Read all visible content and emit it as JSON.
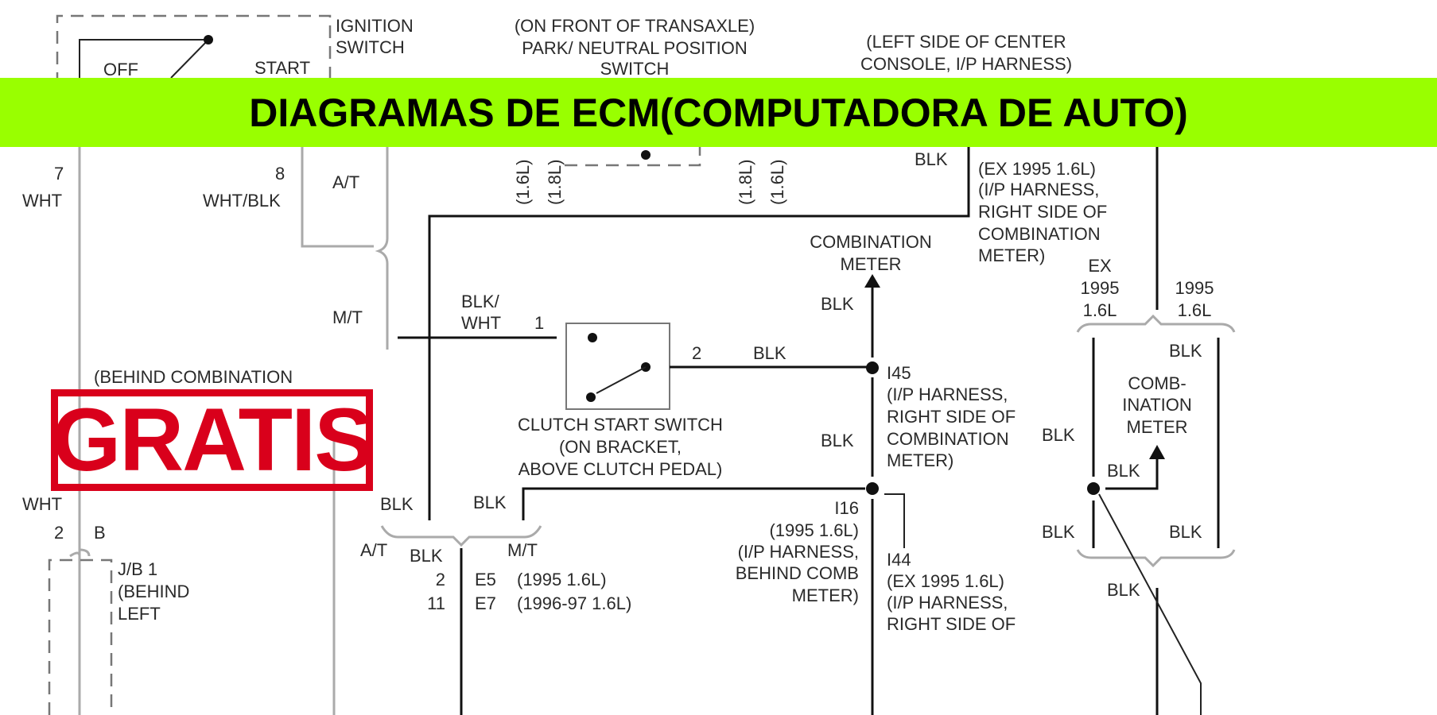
{
  "banner": {
    "title": "DIAGRAMAS DE ECM(COMPUTADORA DE AUTO)",
    "color": "#99ff00"
  },
  "stamp": {
    "text": "GRATIS",
    "color": "#d9001b"
  },
  "labels": {
    "ignition1": "IGNITION",
    "ignition2": "SWITCH",
    "off": "OFF",
    "start": "START",
    "pin7": "7",
    "wht1": "WHT",
    "pin8": "8",
    "whtblk": "WHT/BLK",
    "at1": "A/T",
    "mt1": "M/T",
    "pn1": "(ON FRONT OF TRANSAXLE)",
    "pn2": "PARK/ NEUTRAL POSITION",
    "pn3": "SWITCH",
    "lc1": "(LEFT SIDE OF CENTER",
    "lc2": "CONSOLE, I/P HARNESS)",
    "r16a": "(1.6L)",
    "r16b": "(1.8L)",
    "r16c": "(1.8L)",
    "r16d": "(1.6L)",
    "blk_top": "BLK",
    "ex1": "(EX 1995 1.6L)",
    "ex2": "(I/P HARNESS,",
    "ex3": "RIGHT SIDE OF",
    "ex4": "COMBINATION",
    "ex5": "METER)",
    "cm1": "COMBINATION",
    "cm2": "METER",
    "blk_cm": "BLK",
    "exA1": "EX",
    "exA2": "1995",
    "exA3": "1.6L",
    "exB1": "1995",
    "exB2": "1.6L",
    "blkwht1": "BLK/",
    "blkwht2": "WHT",
    "pin1": "1",
    "pin2": "2",
    "blk_sw": "BLK",
    "i45": "I45",
    "i45a": "(I/P HARNESS,",
    "i45b": "RIGHT SIDE OF",
    "i45c": "COMBINATION",
    "i45d": "METER)",
    "cs1": "CLUTCH START SWITCH",
    "cs2": "(ON BRACKET,",
    "cs3": "ABOVE CLUTCH PEDAL)",
    "blk_mid": "BLK",
    "i16": "I16",
    "i16a": "(1995 1.6L)",
    "i16b": "(I/P HARNESS,",
    "i16c": "BEHIND COMB",
    "i16d": "METER)",
    "i44": "I44",
    "i44a": "(EX 1995 1.6L)",
    "i44b": "(I/P HARNESS,",
    "i44c": "RIGHT SIDE OF",
    "rb_blk1": "BLK",
    "rb1": "COMB-",
    "rb2": "INATION",
    "rb3": "METER",
    "rb_blk2": "BLK",
    "rb_blk3": "BLK",
    "rb_blk4": "BLK",
    "rb_blk5": "BLK",
    "rb_blk6": "BLK",
    "behind": "(BEHIND COMBINATION",
    "wht2": "WHT",
    "blk_l1": "BLK",
    "blk_l2": "BLK",
    "pin2b": "2",
    "pinB": "B",
    "at2": "A/T",
    "blk_g": "BLK",
    "mt2": "M/T",
    "g2": "2",
    "e5": "E5",
    "e5y": "(1995 1.6L)",
    "g11": "11",
    "e7": "E7",
    "e7y": "(1996-97 1.6L)",
    "jb1": "J/B 1",
    "jb2": "(BEHIND",
    "jb3": "LEFT"
  }
}
